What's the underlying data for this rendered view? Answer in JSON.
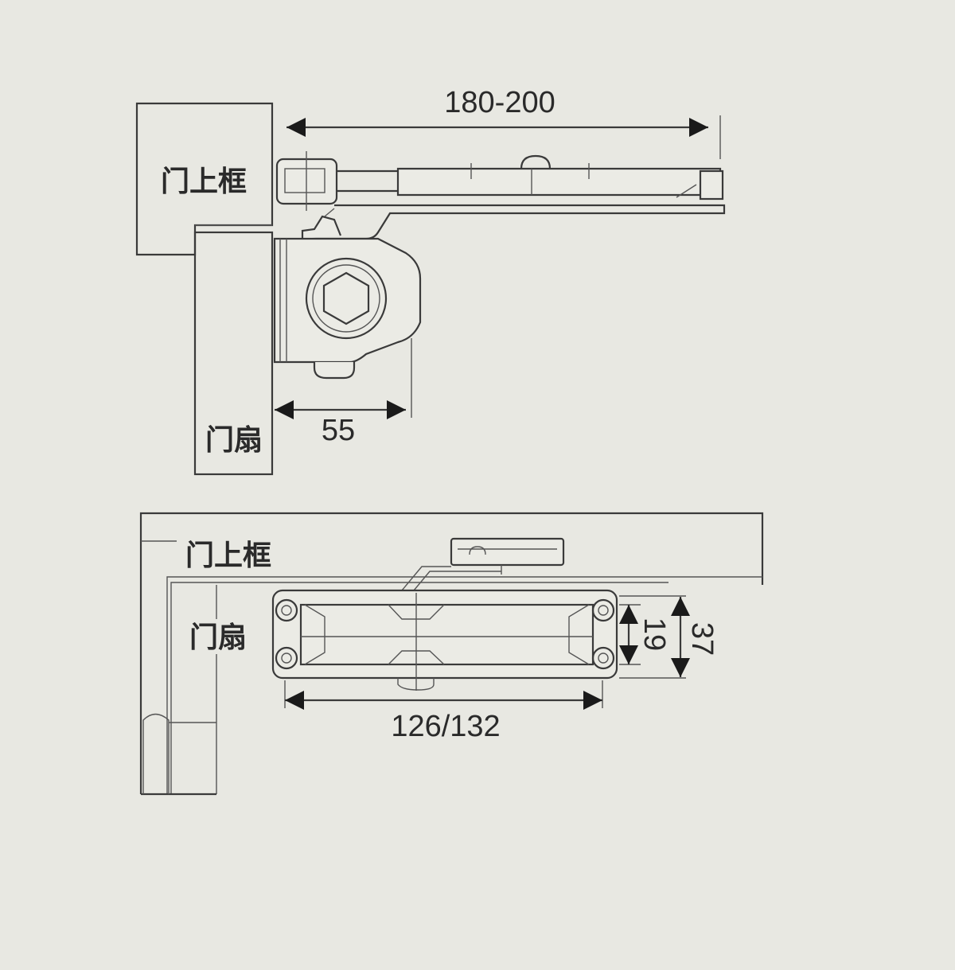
{
  "top_view": {
    "frame_label": "门上框",
    "door_label": "门扇",
    "arm_length_dim": "180-200",
    "offset_dim": "55"
  },
  "front_view": {
    "frame_label": "门上框",
    "door_label": "门扇",
    "body_length_dim": "126/132",
    "inner_height_dim": "19",
    "body_height_dim": "37"
  },
  "colors": {
    "background": "#e8e8e2",
    "line": "#3a3a3a"
  }
}
